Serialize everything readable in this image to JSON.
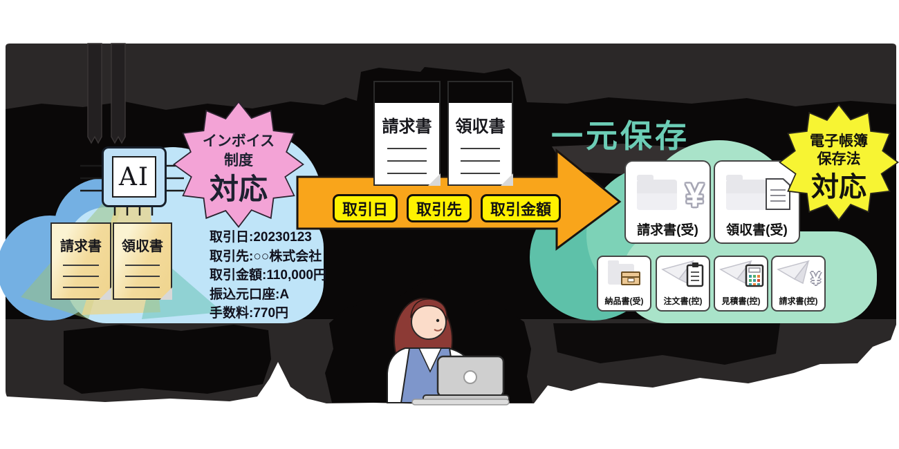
{
  "left_cloud": {
    "ai_chip_label": "AI",
    "documents": [
      {
        "title": "請求書"
      },
      {
        "title": "領収書"
      }
    ],
    "invoice_badge": {
      "line1": "インボイス",
      "line2": "制度",
      "line3": "対応"
    },
    "details": [
      "取引日:20230123",
      "取引先:○○株式会社",
      "取引金額:110,000円",
      "振込元口座:A",
      "手数料:770円"
    ]
  },
  "flow": {
    "documents": [
      {
        "title": "請求書"
      },
      {
        "title": "領収書"
      }
    ],
    "tags": [
      "取引日",
      "取引先",
      "取引金額"
    ]
  },
  "right_cloud": {
    "title": "一元保存",
    "law_badge": {
      "line1": "電子帳簿",
      "line2": "保存法",
      "line3": "対応"
    },
    "folders_large": [
      {
        "label": "請求書(受)",
        "icon": "folder-yen-icon"
      },
      {
        "label": "領収書(受)",
        "icon": "folder-document-icon"
      }
    ],
    "folders_small": [
      {
        "label": "納品書(受)",
        "icon": "folder-box-icon"
      },
      {
        "label": "注文書(控)",
        "icon": "plane-clipboard-icon"
      },
      {
        "label": "見積書(控)",
        "icon": "plane-calculator-icon"
      },
      {
        "label": "請求書(控)",
        "icon": "plane-yen-icon"
      }
    ],
    "yen_symbol": "¥"
  },
  "colors": {
    "charcoal": "#2B2828",
    "ghost_black": "#0A0808",
    "cloud_left_light": "#BFE4F8",
    "cloud_left_dark": "#74B0E3",
    "cloud_right_light": "#A9E3C9",
    "cloud_right_dark": "#5EC1A9",
    "arrow_orange": "#F9A51B",
    "tag_yellow": "#FFF100",
    "badge_pink": "#F3A3D6",
    "badge_yellow": "#F7F433",
    "title_teal": "#6CCDB6"
  }
}
